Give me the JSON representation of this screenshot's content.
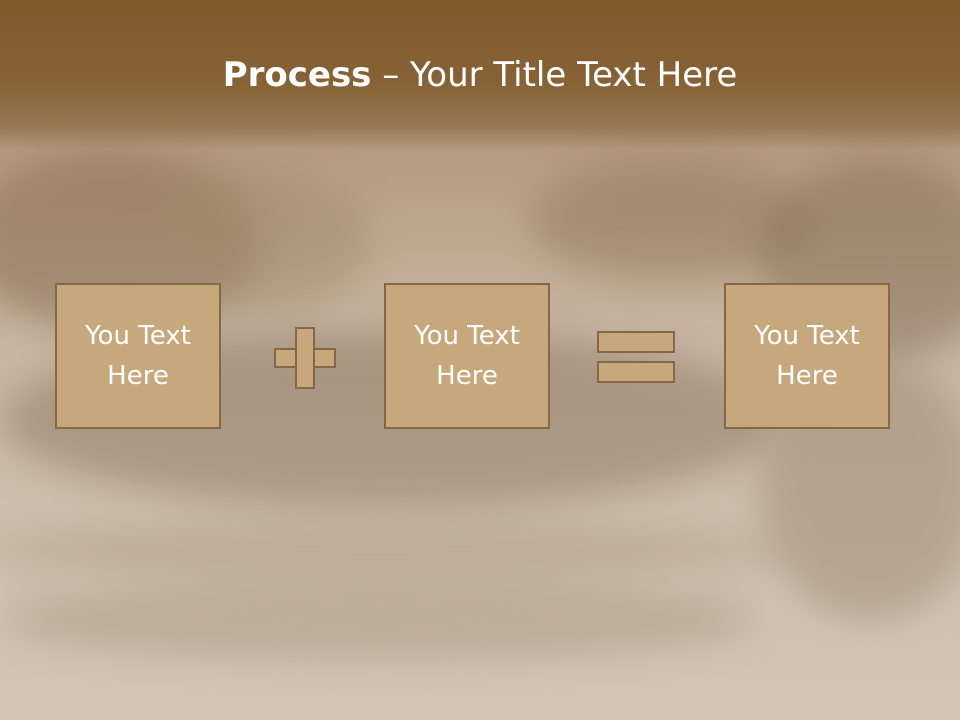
{
  "slide": {
    "title_bold": "Process",
    "title_rest": " – Your Title Text Here"
  },
  "boxes": [
    {
      "line1": "You Text",
      "line2": "Here"
    },
    {
      "line1": "You Text",
      "line2": "Here"
    },
    {
      "line1": "You Text",
      "line2": "Here"
    }
  ],
  "symbols": {
    "operator1": "plus-icon",
    "operator2": "equals-icon"
  },
  "colors": {
    "header": "#7e5a2d",
    "box_fill": "#c7a77c",
    "box_border": "#866848",
    "text": "#ffffff"
  }
}
